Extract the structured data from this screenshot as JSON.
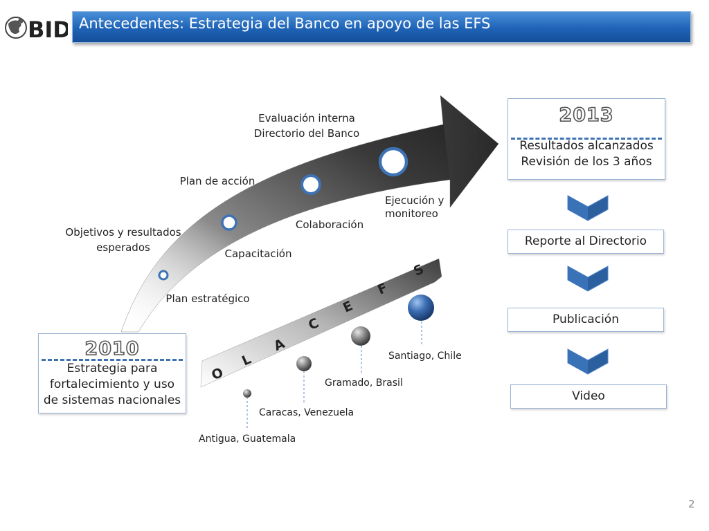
{
  "header": {
    "logo_text": "BID",
    "title": "Antecedentes: Estrategia del Banco en apoyo de las EFS"
  },
  "timeline": {
    "start": {
      "year": "2010",
      "text_lines": [
        "Estrategia para",
        "fortalecimiento y uso",
        "de sistemas nacionales"
      ]
    },
    "end": {
      "year": "2013",
      "text_lines": [
        "Resultados alcanzados",
        "Revisión de los 3 años"
      ]
    },
    "milestones_above": [
      {
        "lines": [
          "Objetivos y resultados",
          "esperados"
        ]
      },
      {
        "lines": [
          "Plan de acción"
        ]
      },
      {
        "lines": [
          "Evaluación interna",
          "Directorio del Banco"
        ]
      }
    ],
    "milestones_below": [
      {
        "lines": [
          "Plan estratégico"
        ]
      },
      {
        "lines": [
          "Capacitación"
        ]
      },
      {
        "lines": [
          "Colaboración"
        ]
      },
      {
        "lines": [
          "Ejecución y",
          "monitoreo"
        ]
      }
    ]
  },
  "olacefs": {
    "letters": [
      "O",
      "L",
      "A",
      "C",
      "E",
      "F",
      "S"
    ],
    "meetings": [
      "Antigua, Guatemala",
      "Caracas, Venezuela",
      "Gramado, Brasil",
      "Santiago, Chile"
    ]
  },
  "steps": [
    "Reporte al Directorio",
    "Publicación",
    "Video"
  ],
  "page_number": "2",
  "colors": {
    "title_bar": "#1f63b6",
    "accent": "#3d73b5",
    "chevron": "#2b5f9e"
  }
}
